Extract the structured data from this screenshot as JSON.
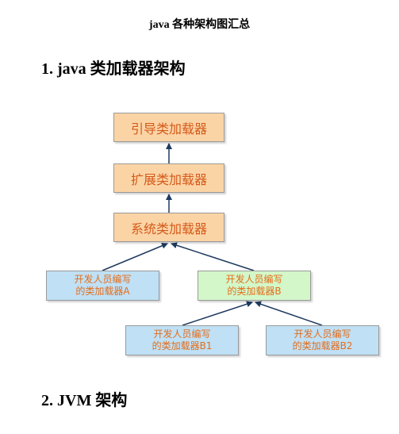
{
  "document": {
    "title": "java 各种架构图汇总",
    "section1_heading": "1. java 类加载器架构",
    "section2_heading": "2. JVM 架构"
  },
  "diagram": {
    "bootstrap_loader": "引导类加载器",
    "extension_loader": "扩展类加载器",
    "system_loader": "系统类加载器",
    "custom_a": {
      "line1": "开发人员编写",
      "line2": "的类加载器A"
    },
    "custom_b": {
      "line1": "开发人员编写",
      "line2": "的类加载器B"
    },
    "custom_b1": {
      "line1": "开发人员编写",
      "line2": "的类加载器B1"
    },
    "custom_b2": {
      "line1": "开发人员编写",
      "line2": "的类加载器B2"
    },
    "colors": {
      "orange_box": "#fbd4a6",
      "blue_box": "#bfe0f5",
      "green_box": "#d3f7c8",
      "text_orange": "#e46d1c",
      "arrow": "#1f3a5f"
    }
  }
}
